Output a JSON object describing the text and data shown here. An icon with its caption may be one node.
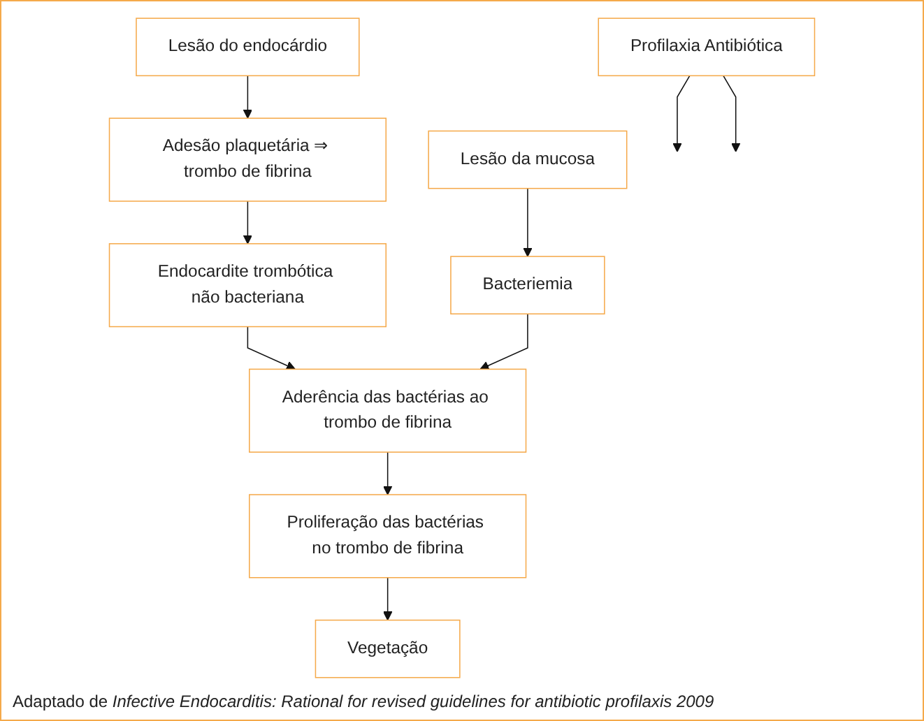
{
  "diagram": {
    "caption": "Adaptado de *Infective Endocarditis: Rational for revised guidelines for antibiotic profilaxis 2009*",
    "nodes": [
      {
        "text": [
          "Lesão do endocárdio"
        ]
      },
      {
        "text": [
          "Adesão plaquetária ⇒ trombo de fibrina"
        ]
      },
      {
        "text": [
          "Lesão da mucosa"
        ]
      },
      {
        "text": [
          "Profilaxia Antibiótica"
        ]
      },
      {
        "text": [
          "Endocardite trombótica não bacteriana"
        ]
      },
      {
        "text": [
          "Bacteriemia"
        ]
      },
      {
        "text": [
          "Aderência das bactérias ao trombo de fibrina"
        ]
      },
      {
        "text": [
          "Proliferação das bactérias no trombo de fibrina"
        ]
      },
      {
        "text": [
          "Vegetação"
        ]
      }
    ],
    "edges": [
      {
        "from": 0,
        "to": 1,
        "arrow": "to"
      },
      {
        "from": 1,
        "to": 4,
        "arrow": "to"
      },
      {
        "from": 2,
        "to": 5,
        "arrow": "to"
      },
      {
        "from": 3,
        "to": null,
        "arrow": "to"
      },
      {
        "from": 3,
        "to": null,
        "arrow": "to"
      },
      {
        "from": 4,
        "to": 6,
        "arrow": "to"
      },
      {
        "from": 5,
        "to": 6,
        "arrow": "to"
      },
      {
        "from": 6,
        "to": 7,
        "arrow": "to"
      },
      {
        "from": 7,
        "to": 8,
        "arrow": "to"
      }
    ]
  }
}
